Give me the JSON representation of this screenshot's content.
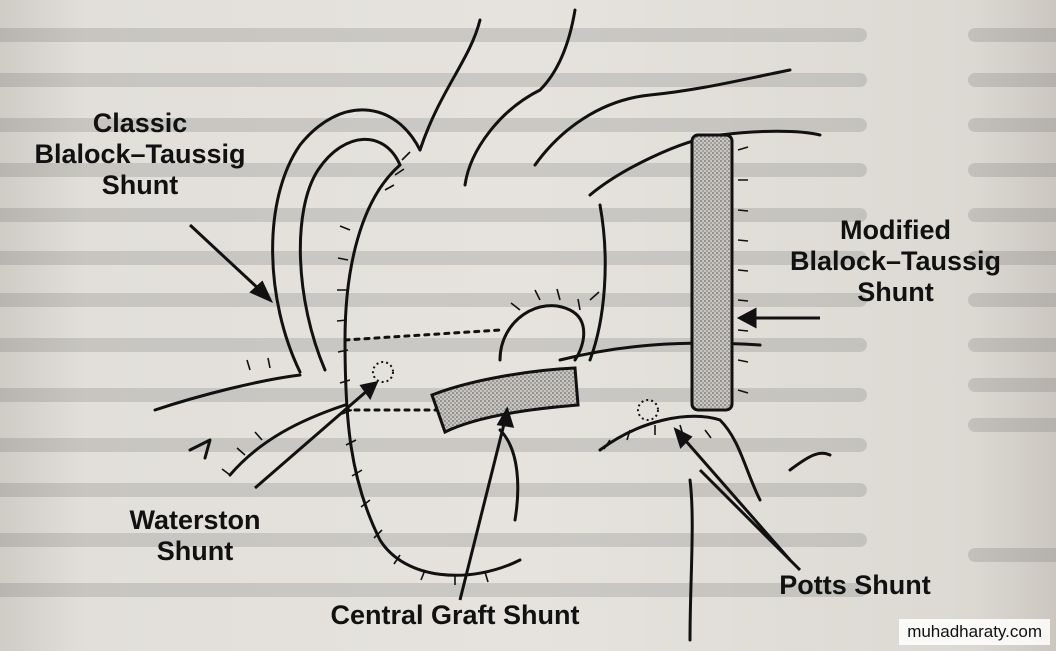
{
  "labels": {
    "classic": [
      "Classic",
      "Blalock–Taussig",
      "Shunt"
    ],
    "modified": [
      "Modified",
      "Blalock–Taussig",
      "Shunt"
    ],
    "waterston": [
      "Waterston",
      "Shunt"
    ],
    "central": "Central Graft Shunt",
    "potts": "Potts Shunt"
  },
  "watermark": "muhadharaty.com",
  "colors": {
    "ink": "#111111",
    "graft_fill": "#b9b6b1",
    "paper": "#e4e1dc"
  }
}
